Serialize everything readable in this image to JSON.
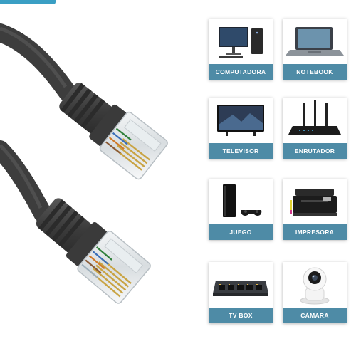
{
  "accent_color": "#3a9fc4",
  "label_color": "#4e8ba6",
  "product": {
    "image": "ethernet-cable-rj45-icon"
  },
  "devices": [
    {
      "label": "COMPUTADORA",
      "icon": "desktop-computer-icon"
    },
    {
      "label": "NOTEBOOK",
      "icon": "laptop-icon"
    },
    {
      "label": "TELEVISOR",
      "icon": "television-icon"
    },
    {
      "label": "ENRUTADOR",
      "icon": "router-icon"
    },
    {
      "label": "JUEGO",
      "icon": "game-console-icon"
    },
    {
      "label": "IMPRESORA",
      "icon": "printer-icon"
    },
    {
      "label": "TV BOX",
      "icon": "network-switch-icon"
    },
    {
      "label": "CÁMARA",
      "icon": "security-camera-icon"
    }
  ]
}
